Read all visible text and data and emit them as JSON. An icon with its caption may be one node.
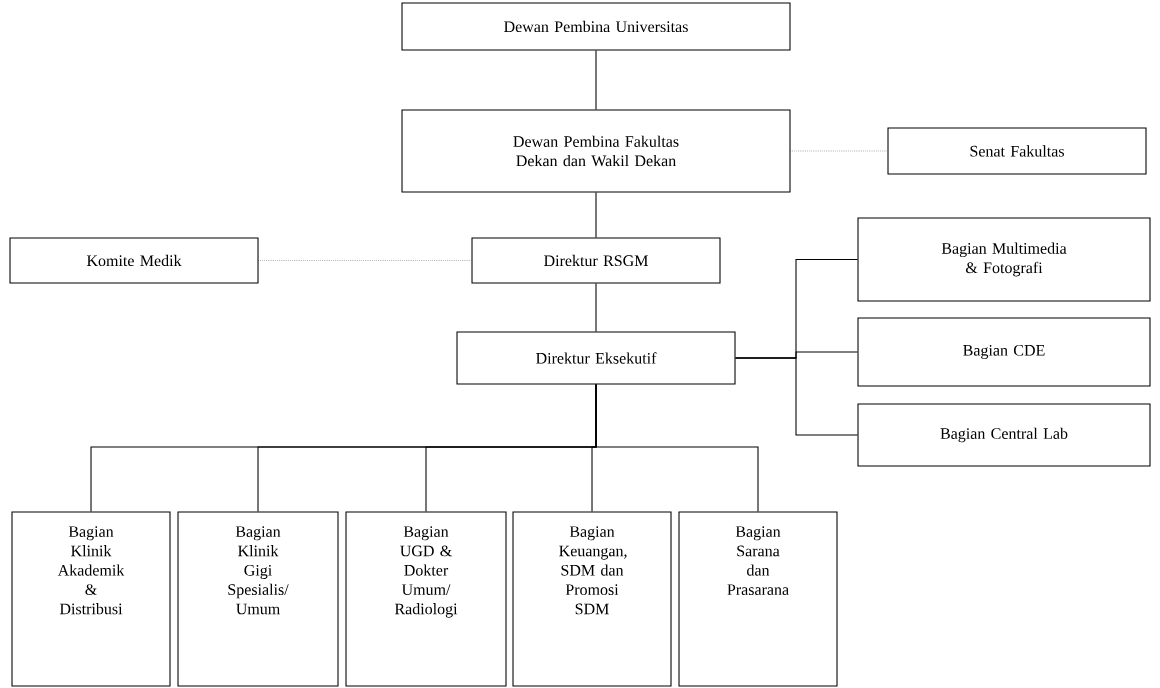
{
  "diagram": {
    "nodes": [
      {
        "text": [
          "Dewan Pembina Universitas"
        ]
      },
      {
        "text": [
          "Dewan Pembina Fakultas",
          "Dekan dan Wakil Dekan"
        ]
      },
      {
        "text": [
          "Senat Fakultas"
        ]
      },
      {
        "text": [
          "Komite Medik"
        ]
      },
      {
        "text": [
          "Direktur RSGM"
        ]
      },
      {
        "text": [
          "Bagian Multimedia & Fotografi"
        ]
      },
      {
        "text": [
          "Direktur Eksekutif"
        ]
      },
      {
        "text": [
          "Bagian CDE"
        ]
      },
      {
        "text": [
          "Bagian Central Lab"
        ]
      },
      {
        "text": [
          "Bagian Klinik Akademik & Distribusi"
        ]
      },
      {
        "text": [
          "Bagian Klinik Gigi Spesialis/ Umum"
        ]
      },
      {
        "text": [
          "Bagian UGD & Dokter Umum/ Radiologi"
        ]
      },
      {
        "text": [
          "Bagian Keuangan, SDM dan Promosi SDM"
        ]
      },
      {
        "text": [
          "Bagian Sarana dan Prasarana"
        ]
      }
    ],
    "edges": [
      {
        "from": 0,
        "to": 1,
        "arrow": "none"
      },
      {
        "from": 1,
        "to": 2,
        "arrow": "none",
        "style": "dashed"
      },
      {
        "from": 1,
        "to": 4,
        "arrow": "none"
      },
      {
        "from": 3,
        "to": 4,
        "arrow": "none",
        "style": "dashed"
      },
      {
        "from": 4,
        "to": 6,
        "arrow": "none"
      },
      {
        "from": 6,
        "to": 5,
        "arrow": "none"
      },
      {
        "from": 6,
        "to": 7,
        "arrow": "none"
      },
      {
        "from": 6,
        "to": 8,
        "arrow": "none"
      },
      {
        "from": 6,
        "to": 9,
        "arrow": "none"
      },
      {
        "from": 6,
        "to": 10,
        "arrow": "none"
      },
      {
        "from": 6,
        "to": 11,
        "arrow": "none"
      },
      {
        "from": 6,
        "to": 12,
        "arrow": "none"
      },
      {
        "from": 6,
        "to": 13,
        "arrow": "none"
      }
    ]
  }
}
